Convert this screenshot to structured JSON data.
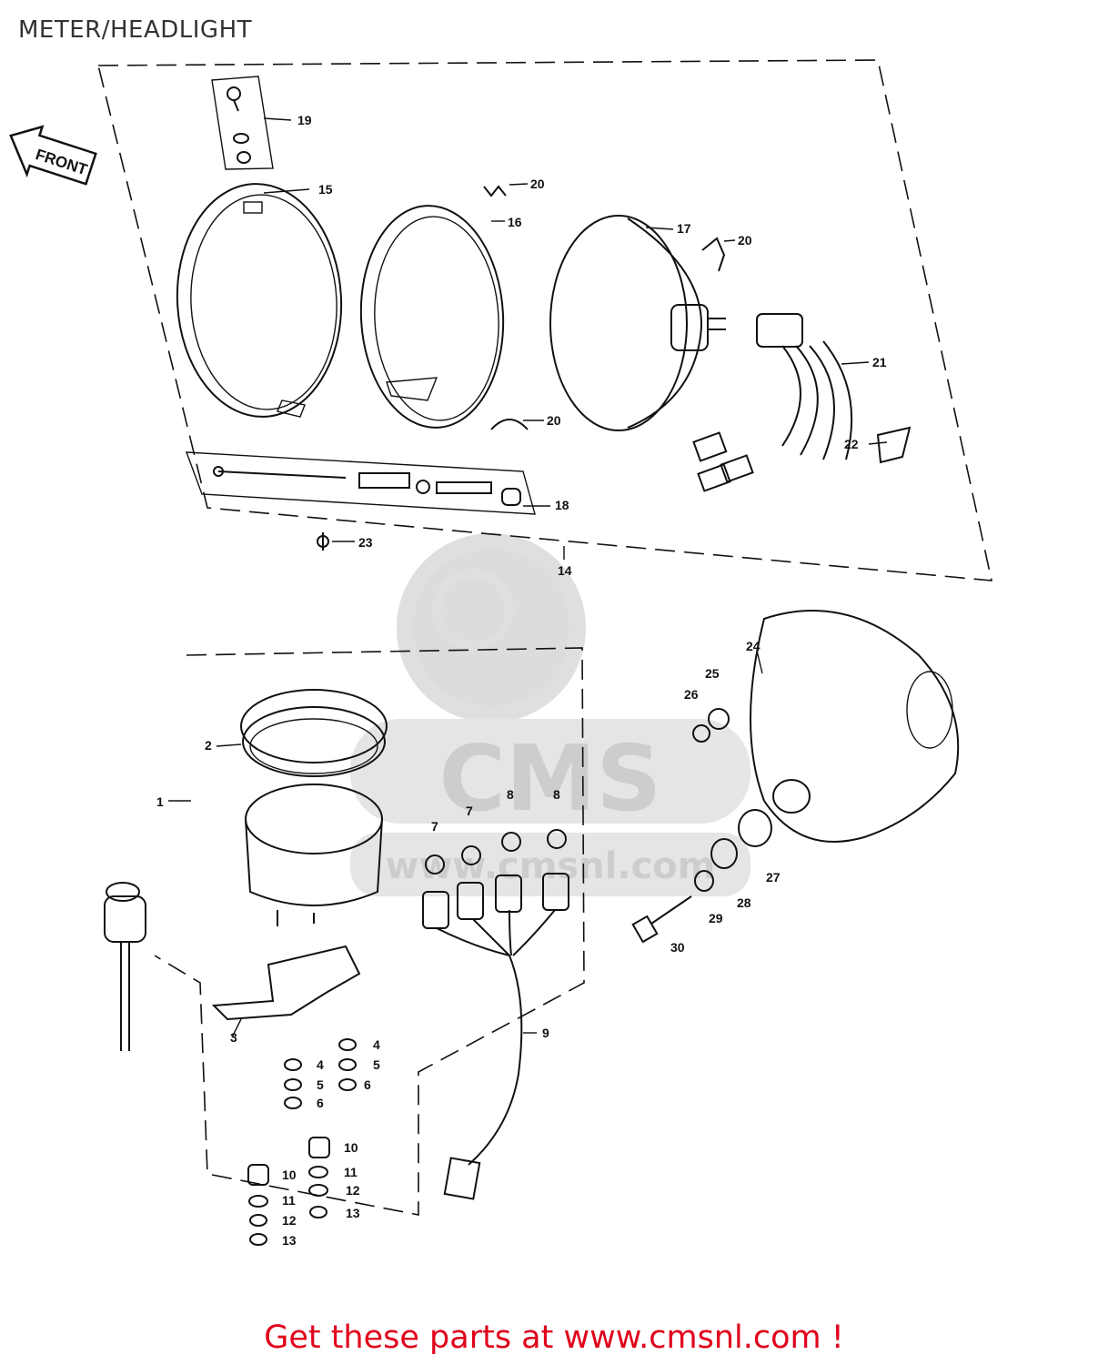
{
  "header": {
    "title": "METER/HEADLIGHT"
  },
  "front_arrow": {
    "label": "FRONT"
  },
  "watermark": {
    "logo": "CMS",
    "url": "www.cmsnl.com"
  },
  "callouts": [
    {
      "id": "c1",
      "text": "1"
    },
    {
      "id": "c2",
      "text": "2"
    },
    {
      "id": "c3",
      "text": "3"
    },
    {
      "id": "c4a",
      "text": "4"
    },
    {
      "id": "c4b",
      "text": "4"
    },
    {
      "id": "c5a",
      "text": "5"
    },
    {
      "id": "c5b",
      "text": "5"
    },
    {
      "id": "c6a",
      "text": "6"
    },
    {
      "id": "c6b",
      "text": "6"
    },
    {
      "id": "c7a",
      "text": "7"
    },
    {
      "id": "c7b",
      "text": "7"
    },
    {
      "id": "c8a",
      "text": "8"
    },
    {
      "id": "c8b",
      "text": "8"
    },
    {
      "id": "c9",
      "text": "9"
    },
    {
      "id": "c10a",
      "text": "10"
    },
    {
      "id": "c10b",
      "text": "10"
    },
    {
      "id": "c11a",
      "text": "11"
    },
    {
      "id": "c11b",
      "text": "11"
    },
    {
      "id": "c12a",
      "text": "12"
    },
    {
      "id": "c12b",
      "text": "12"
    },
    {
      "id": "c13a",
      "text": "13"
    },
    {
      "id": "c13b",
      "text": "13"
    },
    {
      "id": "c14",
      "text": "14"
    },
    {
      "id": "c15",
      "text": "15"
    },
    {
      "id": "c16",
      "text": "16"
    },
    {
      "id": "c17",
      "text": "17"
    },
    {
      "id": "c18",
      "text": "18"
    },
    {
      "id": "c19",
      "text": "19"
    },
    {
      "id": "c20a",
      "text": "20"
    },
    {
      "id": "c20b",
      "text": "20"
    },
    {
      "id": "c20c",
      "text": "20"
    },
    {
      "id": "c21",
      "text": "21"
    },
    {
      "id": "c22",
      "text": "22"
    },
    {
      "id": "c23",
      "text": "23"
    },
    {
      "id": "c24",
      "text": "24"
    },
    {
      "id": "c25",
      "text": "25"
    },
    {
      "id": "c26",
      "text": "26"
    },
    {
      "id": "c27",
      "text": "27"
    },
    {
      "id": "c28",
      "text": "28"
    },
    {
      "id": "c29",
      "text": "29"
    },
    {
      "id": "c30",
      "text": "30"
    }
  ],
  "footer": {
    "cta": "Get these parts at www.cmsnl.com !"
  }
}
